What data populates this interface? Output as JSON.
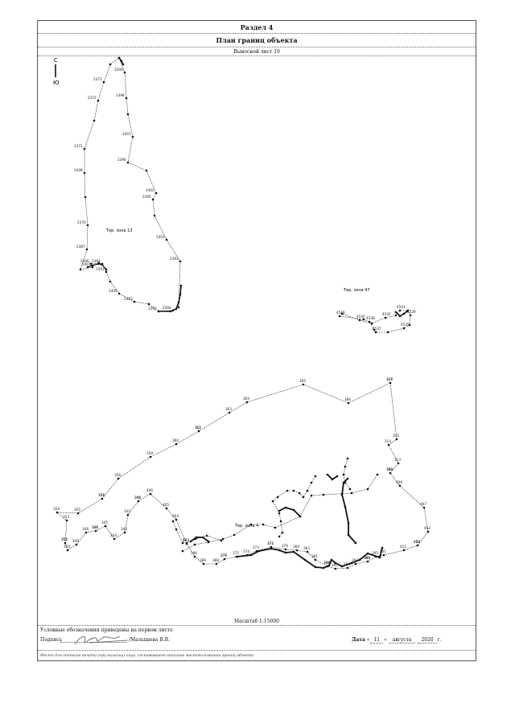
{
  "header": {
    "section": "Раздел 4",
    "title": "План границ объекта",
    "sheet": "Выносной лист 19"
  },
  "compass": {
    "north": "С",
    "south": "Ю"
  },
  "zones": {
    "z1": "Тер. зона 13",
    "z2": "Тер. зона 47",
    "z3": "Тер. зона 4"
  },
  "labels": {
    "z1": [
      "2399",
      "2400",
      "2398",
      "2401",
      "2396",
      "2402",
      "2395",
      "2403",
      "2393",
      "2404",
      "2392",
      "2363",
      "2405",
      "2391",
      "2384",
      "2406",
      "2407",
      "2387",
      "2370",
      "2408",
      "2371",
      "2372",
      "2373"
    ],
    "z2": [
      "4548",
      "4538",
      "4537",
      "4535",
      "4539",
      "4541",
      "4542",
      "4540"
    ],
    "z3": [
      "317",
      "316",
      "315",
      "314",
      "313",
      "308",
      "310",
      "409",
      "407",
      "402",
      "408",
      "412",
      "411",
      "401",
      "395",
      "386",
      "394",
      "393",
      "154",
      "397",
      "398",
      "399",
      "381",
      "383",
      "369",
      "370",
      "371",
      "372",
      "373",
      "374",
      "375",
      "376",
      "377",
      "388",
      "389",
      "396",
      "387",
      "403",
      "404",
      "405",
      "406",
      "340",
      "341",
      "342",
      "343",
      "344",
      "345",
      "346",
      "347",
      "348",
      "349",
      "350",
      "351",
      "352",
      "353",
      "354",
      "355",
      "356",
      "357",
      "358",
      "359",
      "360",
      "361",
      "362",
      "363",
      "364",
      "365",
      "366"
    ]
  },
  "scale": "Масштаб 1:15000",
  "legend": "Условные обозначения приведены на первом листе",
  "signature": {
    "label": "Подпись",
    "name": "/Малышева В.В."
  },
  "date": {
    "label": "Дата",
    "day": "11",
    "month": "августа",
    "year": "2020"
  },
  "note": "Место для оттиска печати (при наличии) лица, составившего описание местоположения границ объекта"
}
